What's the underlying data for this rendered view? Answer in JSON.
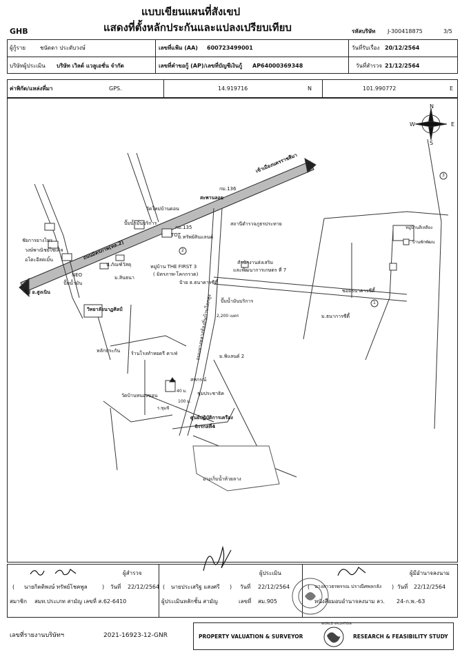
{
  "header": {
    "title_line1": "แบบเขียนแผนที่สังเขป",
    "title_line2": "แสดงที่ตั้งหลักประกันและแปลงเปรียบเทียบ",
    "bank": "GHB",
    "code_label": "รหัสบริษัท",
    "code_value": "J-300418875",
    "page": "3/5"
  },
  "info": {
    "owner_label": "ผู้กู้ราย",
    "owner_value": "ชนัดดา ประดับวงษ์",
    "file_label": "เลขที่แฟ้ม (AA)",
    "file_value": "600723499001",
    "received_label": "วันที่รับเรื่อง",
    "received_value": "20/12/2564",
    "company_label": "บริษัทผู้ประเมิน",
    "company_value": "บริษัท เวิลด์ แวลูเอชั่น จำกัด",
    "request_label": "เลขที่คำขอกู้ (AP)/เลขที่บัญชีเงินกู้",
    "request_value": "AP64000369348",
    "survey_label": "วันที่สำรวจ",
    "survey_value": "21/12/2564"
  },
  "coords": {
    "label": "ค่าพิกัด/แหล่งที่มา",
    "source": "GPS.",
    "lat": "14.919716",
    "lat_dir": "N",
    "lon": "101.990772",
    "lon_dir": "E"
  },
  "compass": {
    "n": "N",
    "s": "S",
    "e": "E",
    "w": "W"
  },
  "map_labels": {
    "road_korat": "เข้าเมืองนครราชสีมา",
    "road_saraburi": "ไป อ.สูงเนิน",
    "highway": "ถนนมิตรภาพ(ทล.2)",
    "km136": "กม.136",
    "bridge": "สะพานลอย",
    "wat_nai": "วัดใหม่บ้านดอน",
    "gas1": "ปั๊มน้ำมันบริการ",
    "km135": "กม.135",
    "tot": "TOT",
    "psd": "สถานีตำรวจภูธรประทาย",
    "m_suppan": "ม.ทรัพย์สินแลนด์",
    "chaiya": "ชัยการยางไทร",
    "wong": "วงษ์พาณิชย์ไซเคิล",
    "auto": "อโตะอีสตเมิ้น",
    "neo": "NEO",
    "pump2": "ปั๊มน้ำมัน",
    "pkp": "ป.ภัณฑ์วัสดุ",
    "sinthana": "ม.สินธนา",
    "vill_first": "หมู่บ้าน THE FIRST 3",
    "vill_first2": "( มิตรภาพ-โคกกรวด)",
    "office1": "สำนักงานส่งเสริม",
    "office2": "และพัฒนาการเกษตร ที่ 7",
    "bank_atm": "ป้าย ธ.ธนาคารซีตี้",
    "soi": "ซอยธนาคารซีตี้",
    "gas3": "ปั๊มน้ำมันบริการ",
    "m_tanakan": "ม.ธนาการซีตี้",
    "college": "วิทยาลัยนาฏศิลป์",
    "dist": "2,200 เมตร",
    "road_main": "ถนนทางหลวงท้องถิ่นบ้านโคกสูง",
    "collateral": "หลักประกัน",
    "shop": "ร้านโรงทำหยดรี คาเฟ่",
    "m_philand": "ม.พิแลนด์ 2",
    "wat_nong": "วัดบ้านหนองขอน",
    "coop": "สหกรณ์",
    "pracha": "ชุ่มประชาธิค",
    "d40": "40 ม.",
    "d100": "100 ม.",
    "cond": "ร.ชุมชี",
    "center": "ศูนย์ปฏิบัติการเครือง",
    "center2": "จักรกลที่4",
    "river": "อ่างเก็บน้ำห้วยลาง",
    "right_vill": "หมู่บ้านสีเหลือง",
    "right_lab": "บ้านพักพัฒน",
    "circle1": "1",
    "circle2": "2",
    "circle3": "3"
  },
  "signatures": {
    "surveyor_label": "ผู้สำรวจ",
    "surveyor_name": "นายกิตติพงษ์ ทรัพย์โชคพูล",
    "date_label": "วันที่",
    "surveyor_date": "22/12/2564",
    "member_label": "สมาชิก",
    "member_value": "สมท.ประเภท สามัญ เลขที่ ส.62-6410",
    "appraiser_label": "ผู้ประเมิน",
    "appraiser_name": "นายประเสริฐ แสงศรี",
    "appraiser_date": "22/12/2564",
    "appraiser_member_label": "ผู้ประเมินหลักชั้น สามัญ",
    "no_label": "เลขที่",
    "appraiser_no": "สม.905",
    "approver_label": "ผู้มีอำนาจลงนาม",
    "approver_name": "นางสาวธรพรรณ ปราณีศพลกลัง",
    "approver_date": "22/12/2564",
    "approver_auth": "หนังสือมอบอำนาจลงนาม ลว.",
    "approver_auth_date": "24-ก.พ.-63",
    "open_paren": "(",
    "close_paren": ")"
  },
  "footer": {
    "report_label": "เลขที่รายงานบริษัทฯ",
    "report_no": "2021-16923-12-GNR",
    "left_text": "PROPERTY VALUATION & SURVEYOR",
    "right_text": "RESEARCH & FEASIBILITY STUDY",
    "logo_text": "WORLD VALUATION"
  }
}
